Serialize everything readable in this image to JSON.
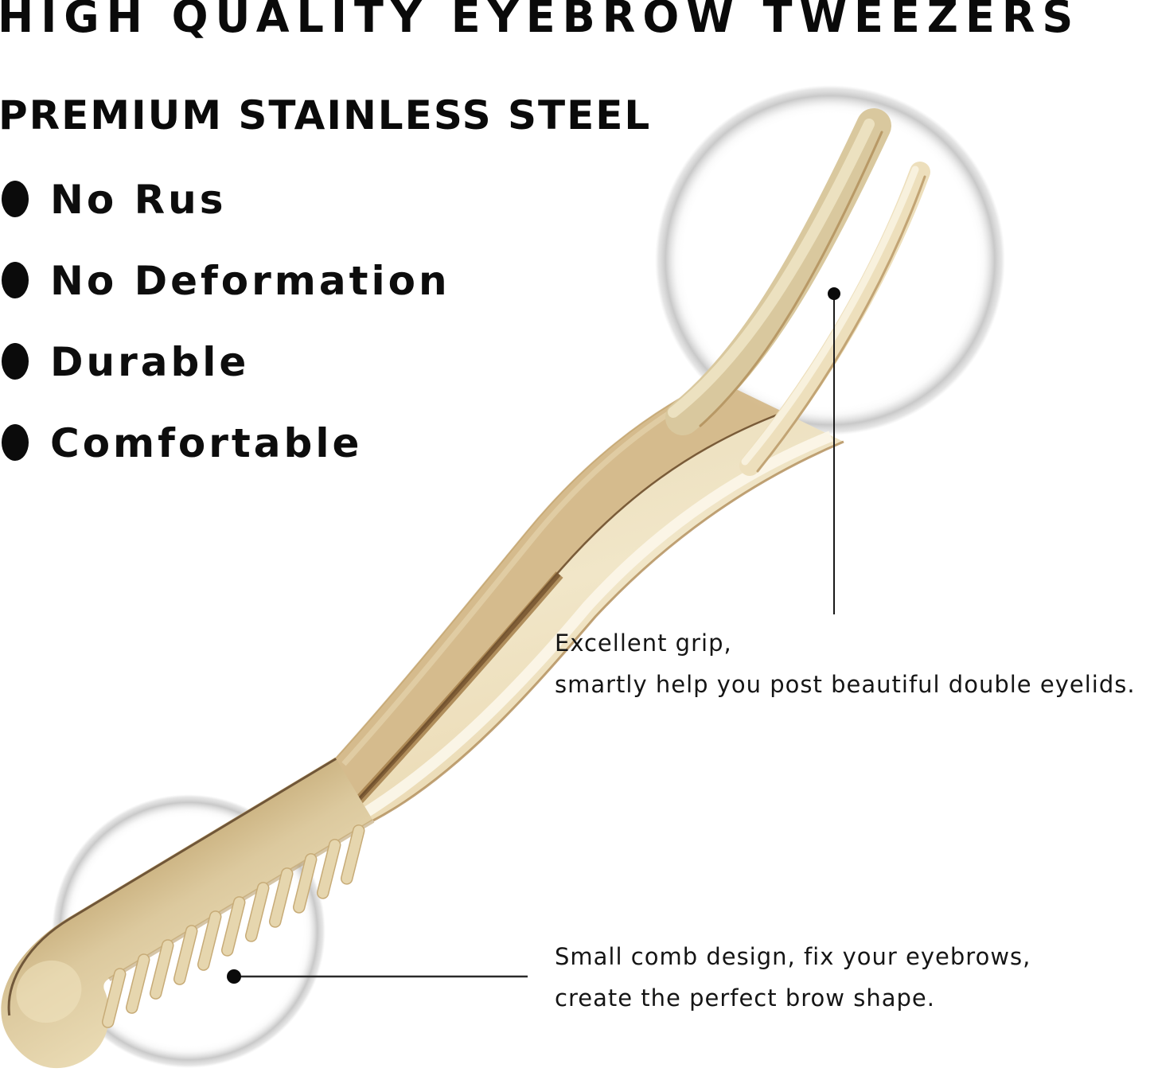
{
  "header": {
    "title": "HIGH QUALITY EYEBROW TWEEZERS",
    "subtitle": "PREMIUM STAINLESS STEEL"
  },
  "features": [
    {
      "label": "No Rus"
    },
    {
      "label": "No Deformation"
    },
    {
      "label": "Durable"
    },
    {
      "label": "Comfortable"
    }
  ],
  "callouts": [
    {
      "id": "tip-grip",
      "lines": [
        "Excellent grip,",
        "smartly help you post beautiful double eyelids."
      ]
    },
    {
      "id": "comb",
      "lines": [
        "Small comb design, fix your eyebrows,",
        "create the perfect brow shape."
      ]
    }
  ],
  "product": {
    "description": "gold stainless steel eyebrow tweezers with comb end, tips and comb shown in magnifier circles",
    "colors": {
      "gold_light": "#f3e9cf",
      "gold_mid": "#d8c096",
      "gold_deep": "#a9834e",
      "seam_dark": "#6e4f2c",
      "rim_gray": "#9e9e9e",
      "text_black": "#0d0d0d"
    }
  }
}
